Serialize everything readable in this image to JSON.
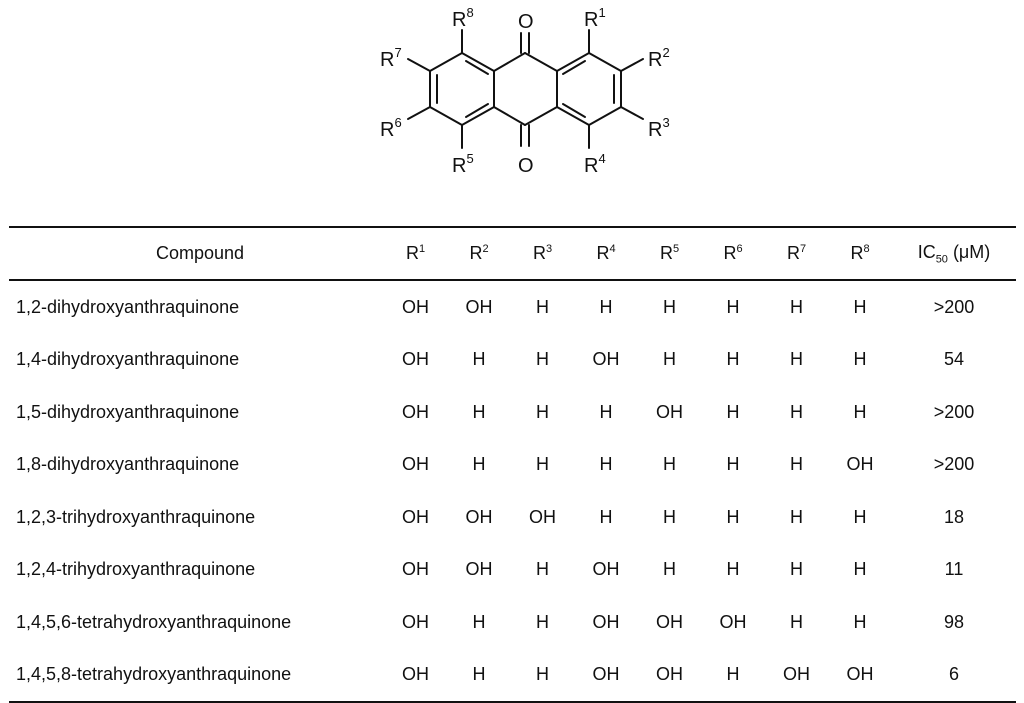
{
  "figure": {
    "carbonyl_labels": [
      "O",
      "O"
    ],
    "substituent_labels": [
      {
        "base": "R",
        "sup": "1"
      },
      {
        "base": "R",
        "sup": "2"
      },
      {
        "base": "R",
        "sup": "3"
      },
      {
        "base": "R",
        "sup": "4"
      },
      {
        "base": "R",
        "sup": "5"
      },
      {
        "base": "R",
        "sup": "6"
      },
      {
        "base": "R",
        "sup": "7"
      },
      {
        "base": "R",
        "sup": "8"
      }
    ]
  },
  "table": {
    "headers": {
      "compound": "Compound",
      "r_base": "R",
      "r_sups": [
        "1",
        "2",
        "3",
        "4",
        "5",
        "6",
        "7",
        "8"
      ],
      "ic_base": "IC",
      "ic_sub": "50",
      "ic_unit": " (μM)"
    },
    "rows": [
      {
        "compound": "1,2-dihydroxyanthraquinone",
        "r": [
          "OH",
          "OH",
          "H",
          "H",
          "H",
          "H",
          "H",
          "H"
        ],
        "ic50": ">200"
      },
      {
        "compound": "1,4-dihydroxyanthraquinone",
        "r": [
          "OH",
          "H",
          "H",
          "OH",
          "H",
          "H",
          "H",
          "H"
        ],
        "ic50": "54"
      },
      {
        "compound": "1,5-dihydroxyanthraquinone",
        "r": [
          "OH",
          "H",
          "H",
          "H",
          "OH",
          "H",
          "H",
          "H"
        ],
        "ic50": ">200"
      },
      {
        "compound": "1,8-dihydroxyanthraquinone",
        "r": [
          "OH",
          "H",
          "H",
          "H",
          "H",
          "H",
          "H",
          "OH"
        ],
        "ic50": ">200"
      },
      {
        "compound": "1,2,3-trihydroxyanthraquinone",
        "r": [
          "OH",
          "OH",
          "OH",
          "H",
          "H",
          "H",
          "H",
          "H"
        ],
        "ic50": "18"
      },
      {
        "compound": "1,2,4-trihydroxyanthraquinone",
        "r": [
          "OH",
          "OH",
          "H",
          "OH",
          "H",
          "H",
          "H",
          "H"
        ],
        "ic50": "11"
      },
      {
        "compound": "1,4,5,6-tetrahydroxyanthraquinone",
        "r": [
          "OH",
          "H",
          "H",
          "OH",
          "OH",
          "OH",
          "H",
          "H"
        ],
        "ic50": "98"
      },
      {
        "compound": "1,4,5,8-tetrahydroxyanthraquinone",
        "r": [
          "OH",
          "H",
          "H",
          "OH",
          "OH",
          "H",
          "OH",
          "OH"
        ],
        "ic50": "6"
      }
    ]
  }
}
